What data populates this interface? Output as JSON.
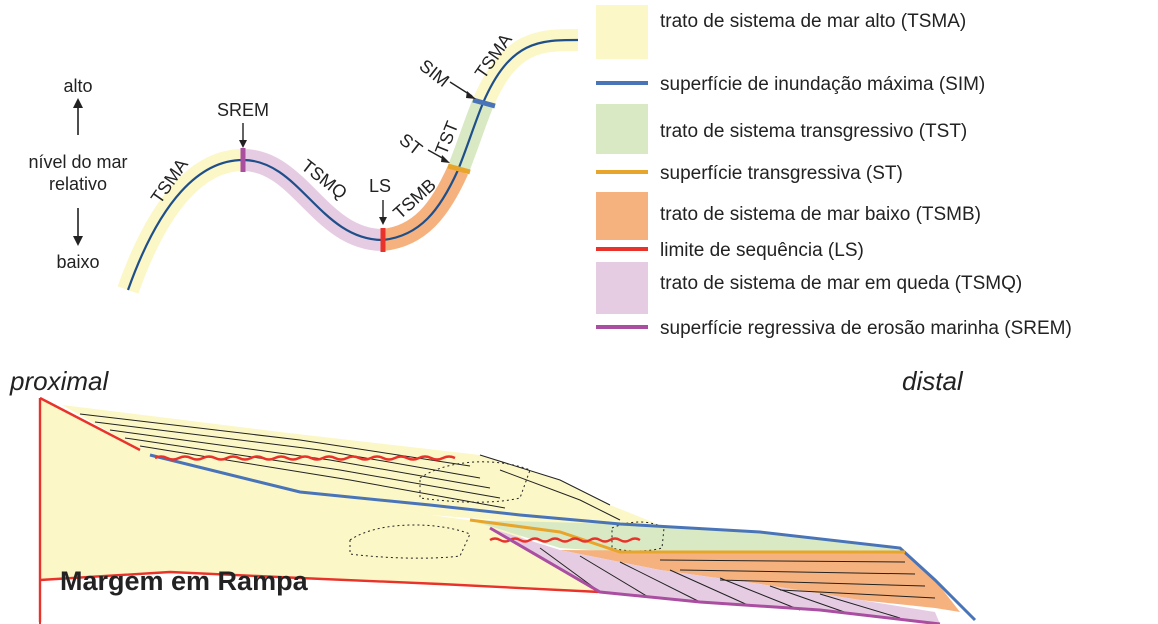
{
  "axis": {
    "top": "alto",
    "middle_line1": "nível do mar",
    "middle_line2": "relativo",
    "bottom": "baixo"
  },
  "curve_labels": {
    "tsma_left": "TSMA",
    "srem": "SREM",
    "tsmq": "TSMQ",
    "ls": "LS",
    "tsmb": "TSMB",
    "st": "ST",
    "tst": "TST",
    "sim": "SIM",
    "tsma_right": "TSMA"
  },
  "legend": [
    {
      "kind": "band",
      "color": "#fbf7c6",
      "label": "trato de sistema de mar alto (TSMA)"
    },
    {
      "kind": "line",
      "color": "#4a74b8",
      "label": "superfície de inundação máxima (SIM)"
    },
    {
      "kind": "band",
      "color": "#d8e9c4",
      "label": "trato de sistema transgressivo (TST)"
    },
    {
      "kind": "line",
      "color": "#e8a52c",
      "label": "superfície transgressiva (ST)"
    },
    {
      "kind": "band",
      "color": "#f6b27e",
      "label": "trato de sistema de mar baixo (TSMB)"
    },
    {
      "kind": "line",
      "color": "#e8322a",
      "label": "limite de sequência (LS)"
    },
    {
      "kind": "band",
      "color": "#e6cce3",
      "label": "trato de sistema de mar em queda (TSMQ)"
    },
    {
      "kind": "line",
      "color": "#a94ea0",
      "label": "superfície regressiva de erosão marinha (SREM)"
    }
  ],
  "section": {
    "proximal": "proximal",
    "distal": "distal",
    "title": "Margem em Rampa"
  },
  "colors": {
    "tsma": "#fbf7c6",
    "sim": "#4a74b8",
    "tst": "#d8e9c4",
    "st": "#e8a52c",
    "tsmb": "#f6b27e",
    "ls": "#e8322a",
    "tsmq": "#e6cce3",
    "srem": "#a94ea0",
    "curve": "#1f4f8a"
  }
}
